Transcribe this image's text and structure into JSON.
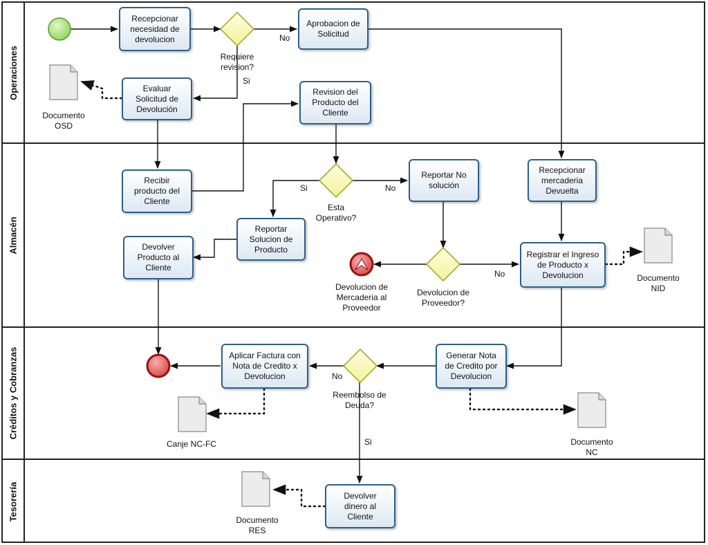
{
  "lanes": {
    "operaciones": "Operaciones",
    "almacen": "Almacén",
    "creditos": "Créditos y Cobranzas",
    "tesoreria": "Tesorería"
  },
  "tasks": {
    "recepcionar_necesidad": "Recepcionar\nnecesidad de\ndevolucion",
    "aprobacion_solicitud": "Aprobacion de\nSolicitud",
    "evaluar_solicitud": "Evaluar\nSolicitud de\nDevolución",
    "revision_producto": "Revision del\nProducto del\nCliente",
    "recibir_producto": "Recibir\nproducto del\nCliente",
    "reportar_no_solucion": "Reportar No\nsolución",
    "recepcionar_mercaderia": "Recepcionar\nmercaderia\nDevuelta",
    "reportar_solucion": "Reportar\nSolucion de\nProducto",
    "devolver_producto": "Devolver\nProducto al\nCliente",
    "registrar_ingreso": "Registrar el Ingreso\nde Producto x\nDevolucion",
    "aplicar_factura": "Aplicar Factura con\nNota de Credito x\nDevolucion",
    "generar_nota": "Generar Nota\nde Credito por\nDevolucion",
    "devolver_dinero": "Devolver\ndinero al\nCliente"
  },
  "gateways": {
    "requiere_revision": "Requiere\nrevision?",
    "esta_operativo": "Esta\nOperativo?",
    "devolucion_proveedor": "Devolucion de\nProveedor?",
    "reembolso_deuda": "Reembolso de\nDeuda?"
  },
  "flow_labels": {
    "no_aprobacion": "No",
    "si_evaluar": "Si",
    "si_reportar": "Si",
    "no_reportar": "No",
    "no_registrar": "No",
    "no_aplicar": "No",
    "si_devolver": "Si"
  },
  "documents": {
    "osd": "Documento\nOSD",
    "nid": "Documento\nNID",
    "canje": "Canje NC-FC",
    "nc": "Documento\nNC",
    "res": "Documento\nRES"
  },
  "events": {
    "devolucion_mercaderia": "Devolucion de\nMercaderia al\nProveedor"
  },
  "colors": {
    "task_border": "#2c5f8a",
    "task_fill": "#dde8f3",
    "gateway_fill": "#fafab0",
    "gateway_border": "#a0a020",
    "start_fill": "#9be06a",
    "end_fill": "#d64545",
    "end_border": "#9a1010"
  }
}
